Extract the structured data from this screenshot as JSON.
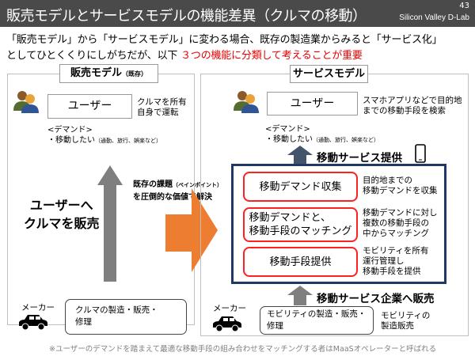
{
  "header": {
    "title": "販売モデルとサービスモデルの機能差異（クルマの移動）",
    "page_number": "43",
    "org": "Silicon Valley D-Lab"
  },
  "intro": {
    "line1": "「販売モデル」から「サービスモデル」に変わる場合、既存の製造業からみると「サービス化」",
    "line2_prefix": "としてひとくくりにしがちだが、以下 ",
    "line2_highlight": "３つの機能に分類して考えることが重要"
  },
  "left": {
    "heading": "販売モデル",
    "heading_note": "（既存）",
    "user_label": "ユーザー",
    "user_note1": "クルマを所有",
    "user_note2": "自身で運転",
    "demand_title": "<デマンド>",
    "demand_item": "・移動したい",
    "demand_note": "（通勤、旅行、娯楽など）",
    "sell_line1": "ユーザーへ",
    "sell_line2": "クルマを販売",
    "maker_label": "メーカー",
    "maker_box1": "クルマの製造・販売・",
    "maker_box2": "修理"
  },
  "transition": {
    "line1": "既存の課題",
    "line1_note": "（ペインポイント）",
    "line2": "を圧倒的な価値で解決"
  },
  "right": {
    "heading": "サービスモデル",
    "user_label": "ユーザー",
    "user_note1": "スマホアプリなどで目的地",
    "user_note2": "までの移動手段を検索",
    "demand_title": "<デマンド>",
    "demand_item": "・移動したい",
    "demand_note": "（通勤、旅行、娯楽など）",
    "service_provide": "移動サービス提供",
    "functions": [
      {
        "line1": "移動デマンド収集",
        "line2": "",
        "desc": [
          "目的地までの",
          "移動デマンドを収集"
        ]
      },
      {
        "line1": "移動デマンドと、",
        "line2": "移動手段のマッチング",
        "desc": [
          "移動デマンドに対し",
          "複数の移動手段の",
          "中からマッチング"
        ]
      },
      {
        "line1": "移動手段提供",
        "line2": "",
        "desc": [
          "モビリティを所有",
          "運行管理し",
          "移動手段を提供"
        ]
      }
    ],
    "sell_to_service": "移動サービス企業へ販売",
    "maker_label": "メーカー",
    "maker_box1": "モビリティの製造・販売・",
    "maker_box2": "修理",
    "maker_note1": "モビリティの",
    "maker_note2": "製造販売"
  },
  "footnote": "※ユーザーのデマンドを踏まえて最適な移動手段の組み合わせをマッチングする者はMaaSオペレーターと呼ばれる",
  "colors": {
    "title_bg": "#4a4a4a",
    "accent_red": "#e60000",
    "navy": "#1f3864",
    "orange": "#ed7d31",
    "gray_arrow": "#7f7f7f"
  }
}
